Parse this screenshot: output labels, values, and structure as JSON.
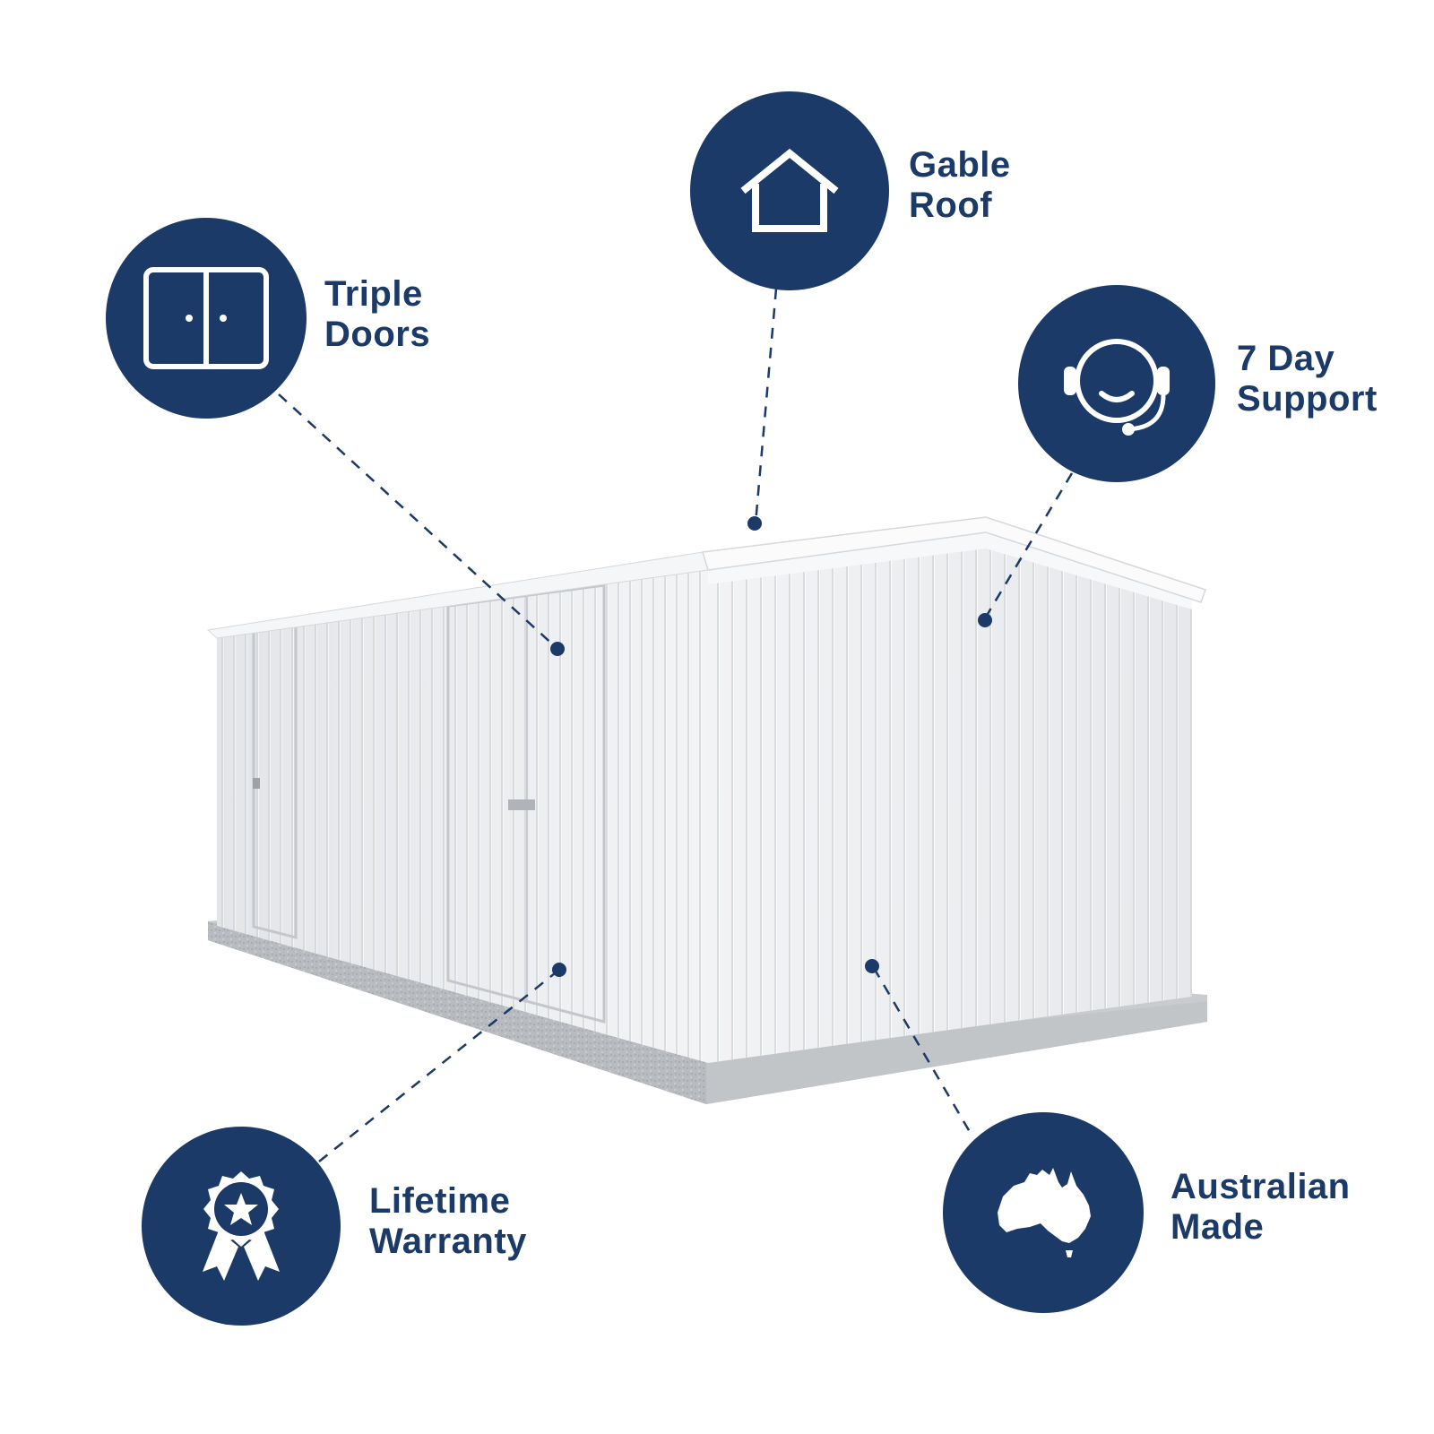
{
  "colors": {
    "brand_navy": "#1b3a68",
    "shed_white": "#eef0f2",
    "concrete_grey": "#b9bcbf",
    "background": "#ffffff"
  },
  "features": {
    "gable_roof": {
      "line1": "Gable",
      "line2": "Roof",
      "icon": "house-icon"
    },
    "triple_doors": {
      "line1": "Triple",
      "line2": "Doors",
      "icon": "double-door-icon"
    },
    "support": {
      "line1": "7 Day",
      "line2": "Support",
      "icon": "headset-icon"
    },
    "warranty": {
      "line1": "Lifetime",
      "line2": "Warranty",
      "icon": "award-ribbon-icon"
    },
    "australian_made": {
      "line1": "Australian",
      "line2": "Made",
      "icon": "australia-map-icon"
    }
  },
  "product_image": {
    "subject": "white-gable-roof-garden-shed-on-concrete-slab"
  }
}
